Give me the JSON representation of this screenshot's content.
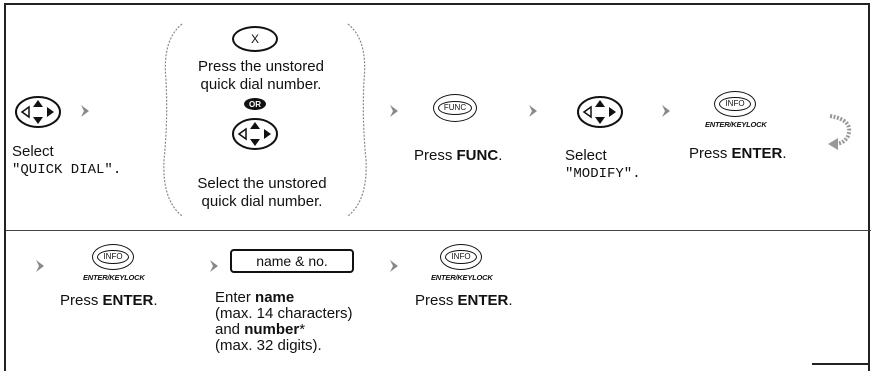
{
  "step1": {
    "line1": "Select",
    "line2": "\"QUICK DIAL\"."
  },
  "alt_a": {
    "key": "X",
    "line1": "Press the unstored",
    "line2": "quick dial number."
  },
  "or_label": "OR",
  "alt_b": {
    "line1": "Select the unstored",
    "line2": "quick dial number."
  },
  "func_step": {
    "key": "FUNC",
    "prefix": "Press ",
    "bold": "FUNC",
    "suffix": "."
  },
  "modify_step": {
    "line1": "Select",
    "line2": "\"MODIFY\"."
  },
  "enter_step1": {
    "key": "INFO",
    "keylock": "ENTER/KEYLOCK",
    "prefix": "Press ",
    "bold": "ENTER",
    "suffix": "."
  },
  "enter_step2": {
    "key": "INFO",
    "keylock": "ENTER/KEYLOCK",
    "prefix": "Press ",
    "bold": "ENTER",
    "suffix": "."
  },
  "entry_step": {
    "pill": "name & no.",
    "l1_prefix": "Enter ",
    "l1_bold": "name",
    "l2": "(max. 14 characters)",
    "l3_prefix": "and ",
    "l3_bold": "number",
    "l3_suffix": "*",
    "l4": "(max. 32 digits)."
  },
  "enter_step3": {
    "key": "INFO",
    "keylock": "ENTER/KEYLOCK",
    "prefix": "Press ",
    "bold": "ENTER",
    "suffix": "."
  }
}
